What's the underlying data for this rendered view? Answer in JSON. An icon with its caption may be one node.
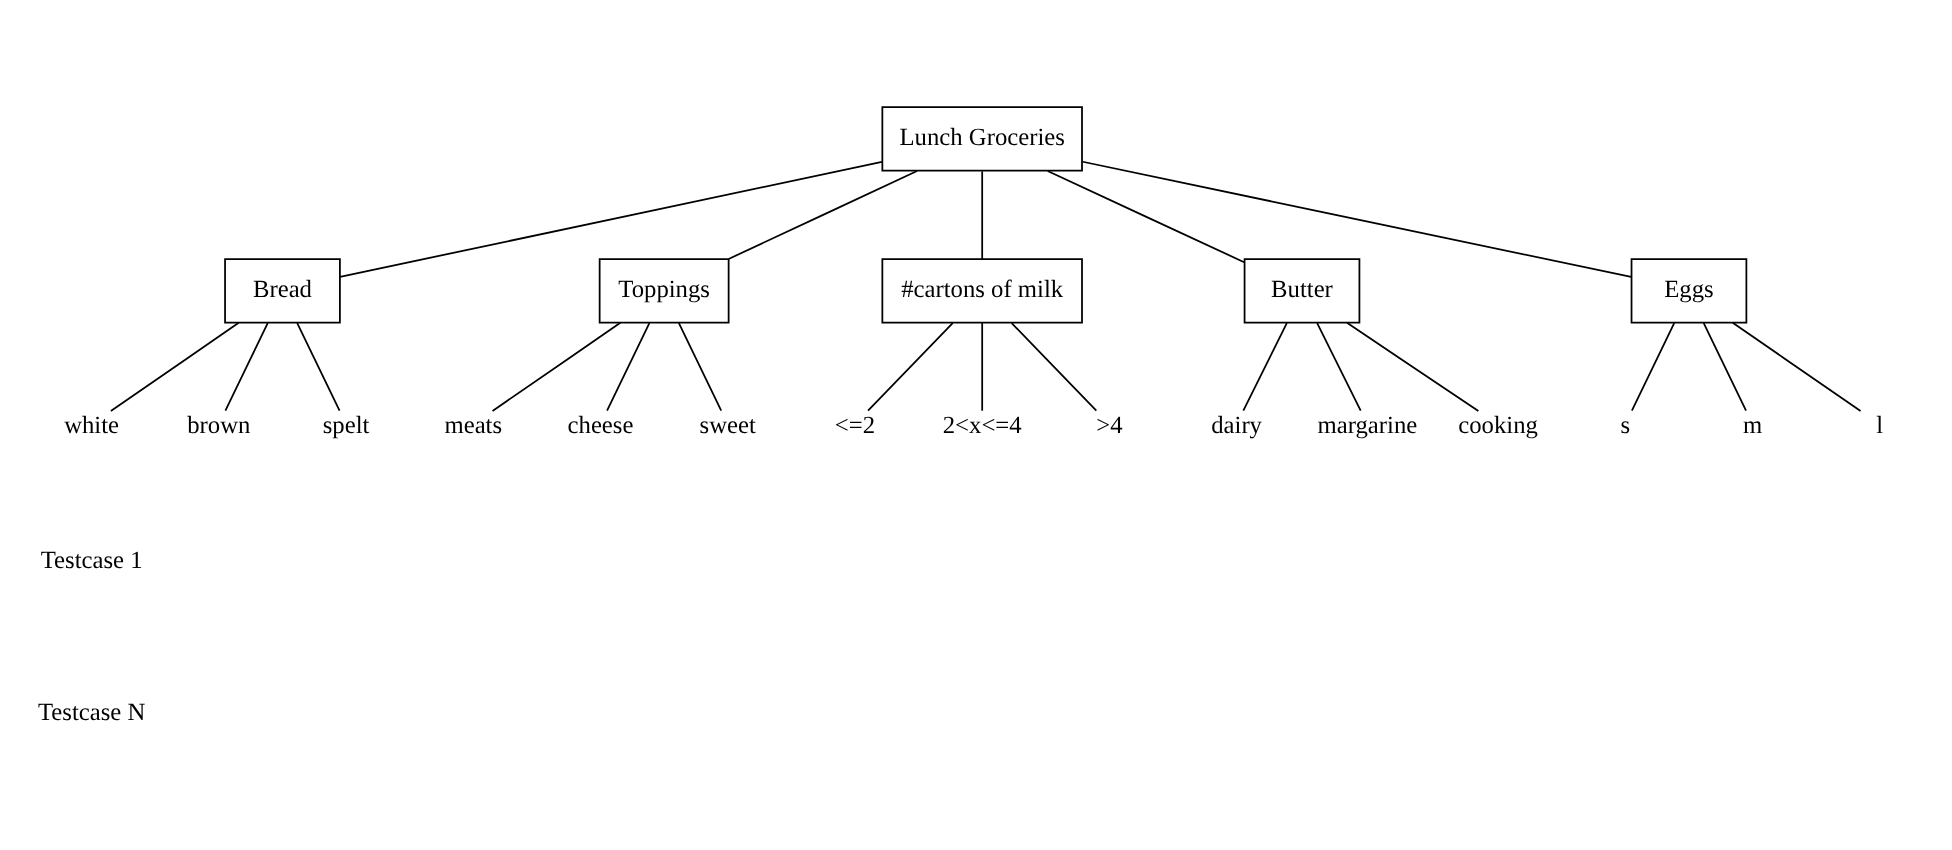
{
  "diagram": {
    "nodes": [
      {
        "text": [
          "Lunch Groceries"
        ]
      },
      {
        "text": [
          "Bread"
        ]
      },
      {
        "text": [
          "Toppings"
        ]
      },
      {
        "text": [
          "#cartons of milk"
        ]
      },
      {
        "text": [
          "Butter"
        ]
      },
      {
        "text": [
          "Eggs"
        ]
      },
      {
        "text": [
          "white"
        ]
      },
      {
        "text": [
          "brown"
        ]
      },
      {
        "text": [
          "spelt"
        ]
      },
      {
        "text": [
          "meats"
        ]
      },
      {
        "text": [
          "cheese"
        ]
      },
      {
        "text": [
          "sweet"
        ]
      },
      {
        "text": [
          "<=2"
        ]
      },
      {
        "text": [
          "2<x<=4"
        ]
      },
      {
        "text": [
          ">4"
        ]
      },
      {
        "text": [
          "dairy"
        ]
      },
      {
        "text": [
          "margarine"
        ]
      },
      {
        "text": [
          "cooking"
        ]
      },
      {
        "text": [
          "s"
        ]
      },
      {
        "text": [
          "m"
        ]
      },
      {
        "text": [
          "l"
        ]
      }
    ],
    "edges": [
      {
        "from": 0,
        "to": 1,
        "arrow": "none"
      },
      {
        "from": 0,
        "to": 2,
        "arrow": "none"
      },
      {
        "from": 0,
        "to": 3,
        "arrow": "none"
      },
      {
        "from": 0,
        "to": 4,
        "arrow": "none"
      },
      {
        "from": 0,
        "to": 5,
        "arrow": "none"
      },
      {
        "from": 1,
        "to": 6,
        "arrow": "none"
      },
      {
        "from": 1,
        "to": 7,
        "arrow": "none"
      },
      {
        "from": 1,
        "to": 8,
        "arrow": "none"
      },
      {
        "from": 2,
        "to": 9,
        "arrow": "none"
      },
      {
        "from": 2,
        "to": 10,
        "arrow": "none"
      },
      {
        "from": 2,
        "to": 11,
        "arrow": "none"
      },
      {
        "from": 3,
        "to": 12,
        "arrow": "none"
      },
      {
        "from": 3,
        "to": 13,
        "arrow": "none"
      },
      {
        "from": 3,
        "to": 14,
        "arrow": "none"
      },
      {
        "from": 4,
        "to": 15,
        "arrow": "none"
      },
      {
        "from": 4,
        "to": 16,
        "arrow": "none"
      },
      {
        "from": 4,
        "to": 17,
        "arrow": "none"
      },
      {
        "from": 5,
        "to": 18,
        "arrow": "none"
      },
      {
        "from": 5,
        "to": 19,
        "arrow": "none"
      },
      {
        "from": 5,
        "to": 20,
        "arrow": "none"
      }
    ],
    "labels": [
      "Testcase 1",
      "Testcase N"
    ]
  }
}
